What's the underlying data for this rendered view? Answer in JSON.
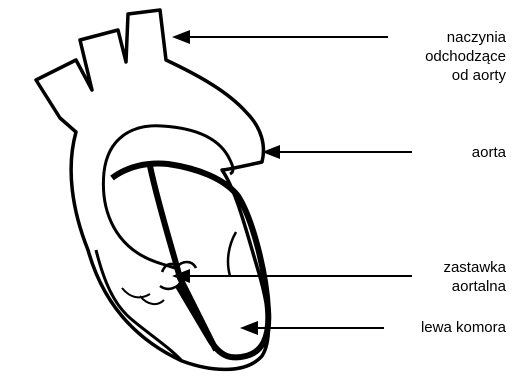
{
  "labels": {
    "vessels": [
      "naczynia",
      "odchodzące",
      "od aorty"
    ],
    "aorta": "aorta",
    "valve": [
      "zastawka",
      "aortalna"
    ],
    "ventricle": "lewa komora"
  },
  "colors": {
    "stroke": "#000000",
    "background": "#ffffff"
  }
}
